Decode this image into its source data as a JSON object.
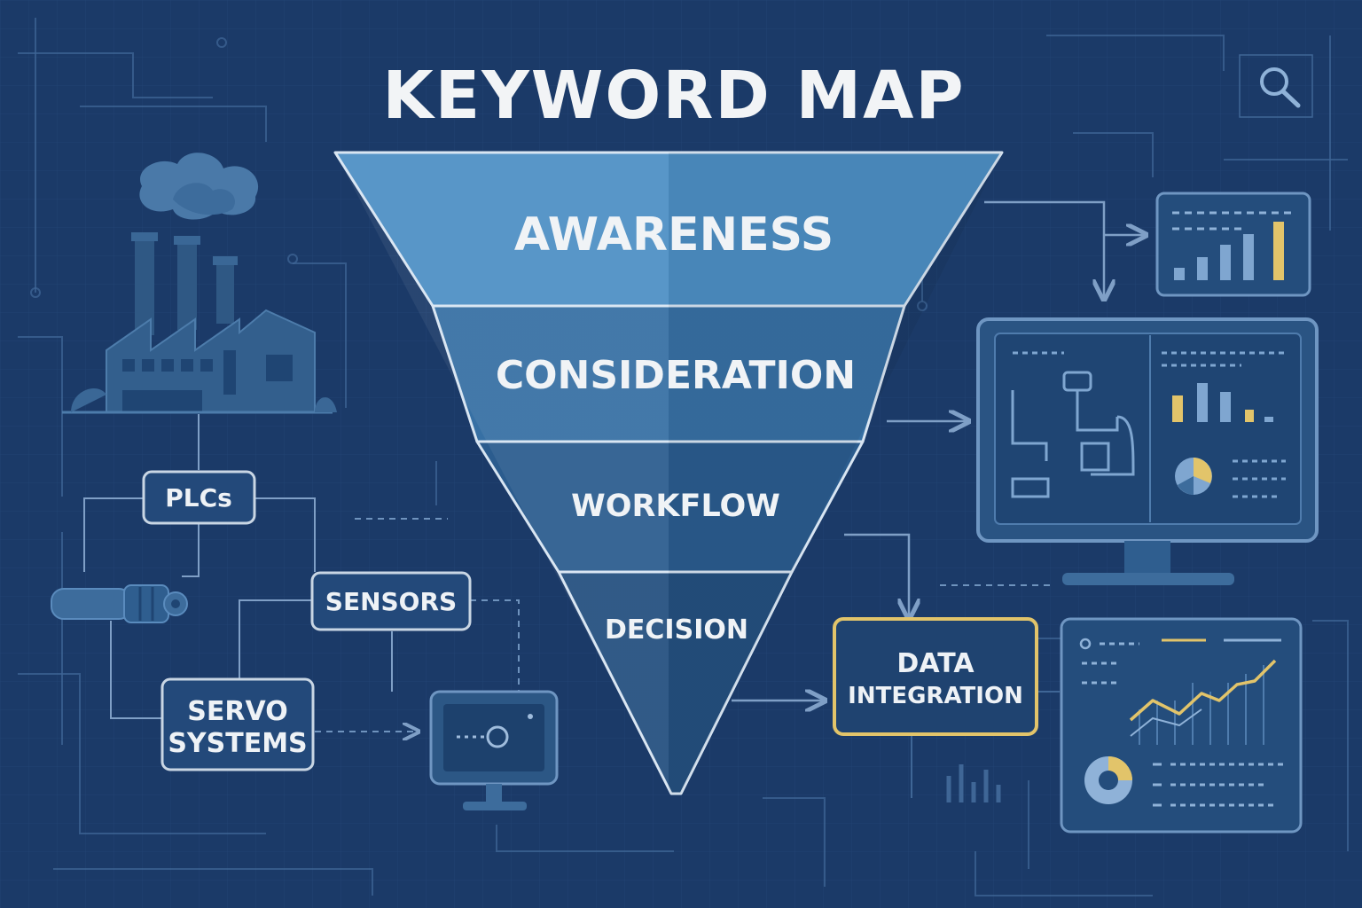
{
  "title": "KEYWORD MAP",
  "funnel": {
    "stages": [
      {
        "label": "AWARENESS"
      },
      {
        "label": "CONSIDERATION"
      },
      {
        "label": "WORKFLOW"
      },
      {
        "label": "DECISION"
      }
    ]
  },
  "nodes": {
    "plcs": "PLCs",
    "sensors": "SENSORS",
    "servo_line1": "SERVO",
    "servo_line2": "SYSTEMS",
    "data_line1": "DATA",
    "data_line2": "INTEGRATION"
  },
  "icons": [
    "search-icon",
    "factory-icon",
    "cylinder-actuator-icon",
    "small-monitor-icon",
    "dashboard-icon",
    "monitor-icon",
    "analytics-panel-icon"
  ],
  "colors": {
    "background": "#1b3a68",
    "funnel_top": "#4d8fc4",
    "funnel_mid": "#3770a4",
    "funnel_low": "#2b5c8e",
    "funnel_bottom": "#24507f",
    "accent_gold": "#e2c46a",
    "node_fill": "#23497a",
    "node_border": "#c9d6e4"
  }
}
